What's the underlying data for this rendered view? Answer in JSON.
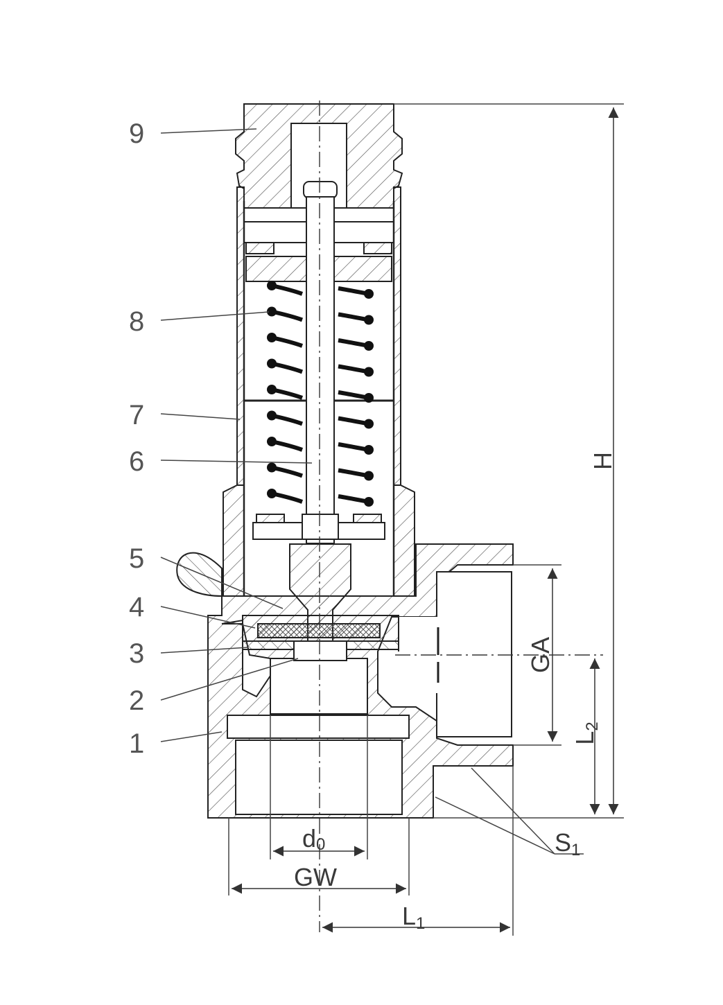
{
  "part_labels": [
    {
      "id": "9",
      "text": "9"
    },
    {
      "id": "8",
      "text": "8"
    },
    {
      "id": "7",
      "text": "7"
    },
    {
      "id": "6",
      "text": "6"
    },
    {
      "id": "5",
      "text": "5"
    },
    {
      "id": "4",
      "text": "4"
    },
    {
      "id": "3",
      "text": "3"
    },
    {
      "id": "2",
      "text": "2"
    },
    {
      "id": "1",
      "text": "1"
    }
  ],
  "dimensions": {
    "H": "H",
    "GA": "GA",
    "L2_main": "L",
    "L2_sub": "2",
    "S1_main": "S",
    "S1_sub": "1",
    "d0_main": "d",
    "d0_sub": "0",
    "GW": "GW",
    "L1_main": "L",
    "L1_sub": "1"
  },
  "colors": {
    "line": "#222222",
    "label": "#555555",
    "hatch": "#555555"
  }
}
